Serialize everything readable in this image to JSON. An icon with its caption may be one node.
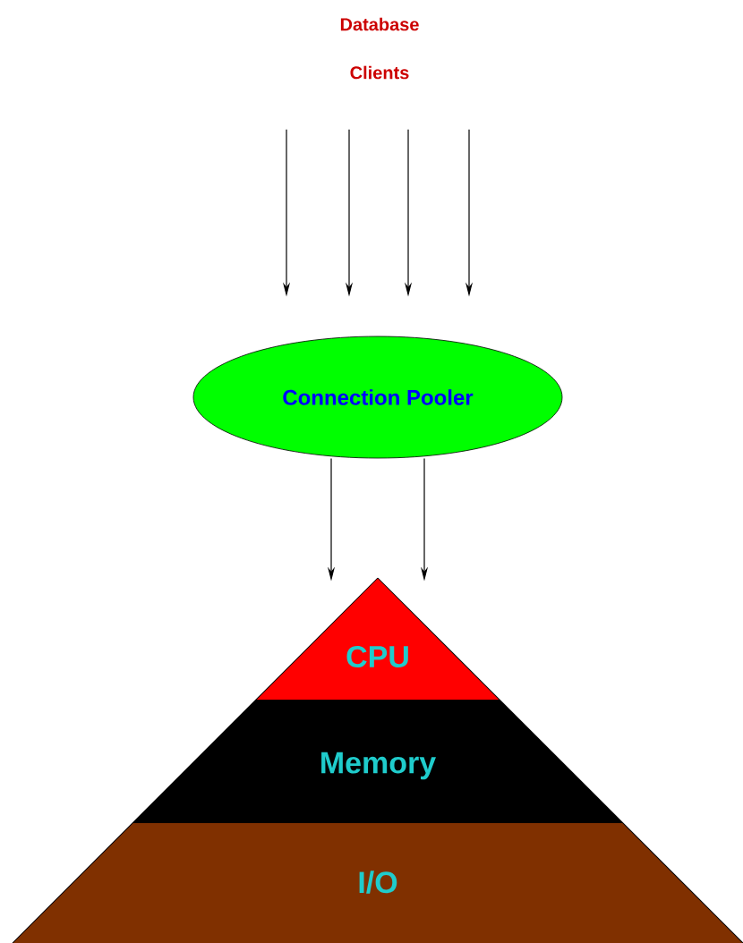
{
  "diagram": {
    "nodes": [
      {
        "text": [
          "Database Clients"
        ]
      },
      {
        "text": [
          "Connection Pooler"
        ]
      },
      {
        "text": [
          "CPU"
        ]
      },
      {
        "text": [
          "Memory"
        ]
      },
      {
        "text": [
          "I/O"
        ]
      }
    ],
    "edges": [
      {
        "from": 0,
        "to": 1,
        "arrow": "to"
      },
      {
        "from": 0,
        "to": 1,
        "arrow": "to"
      },
      {
        "from": 0,
        "to": 1,
        "arrow": "to"
      },
      {
        "from": 0,
        "to": 1,
        "arrow": "to"
      },
      {
        "from": 1,
        "to": 2,
        "arrow": "to"
      },
      {
        "from": 1,
        "to": 2,
        "arrow": "to"
      }
    ]
  }
}
